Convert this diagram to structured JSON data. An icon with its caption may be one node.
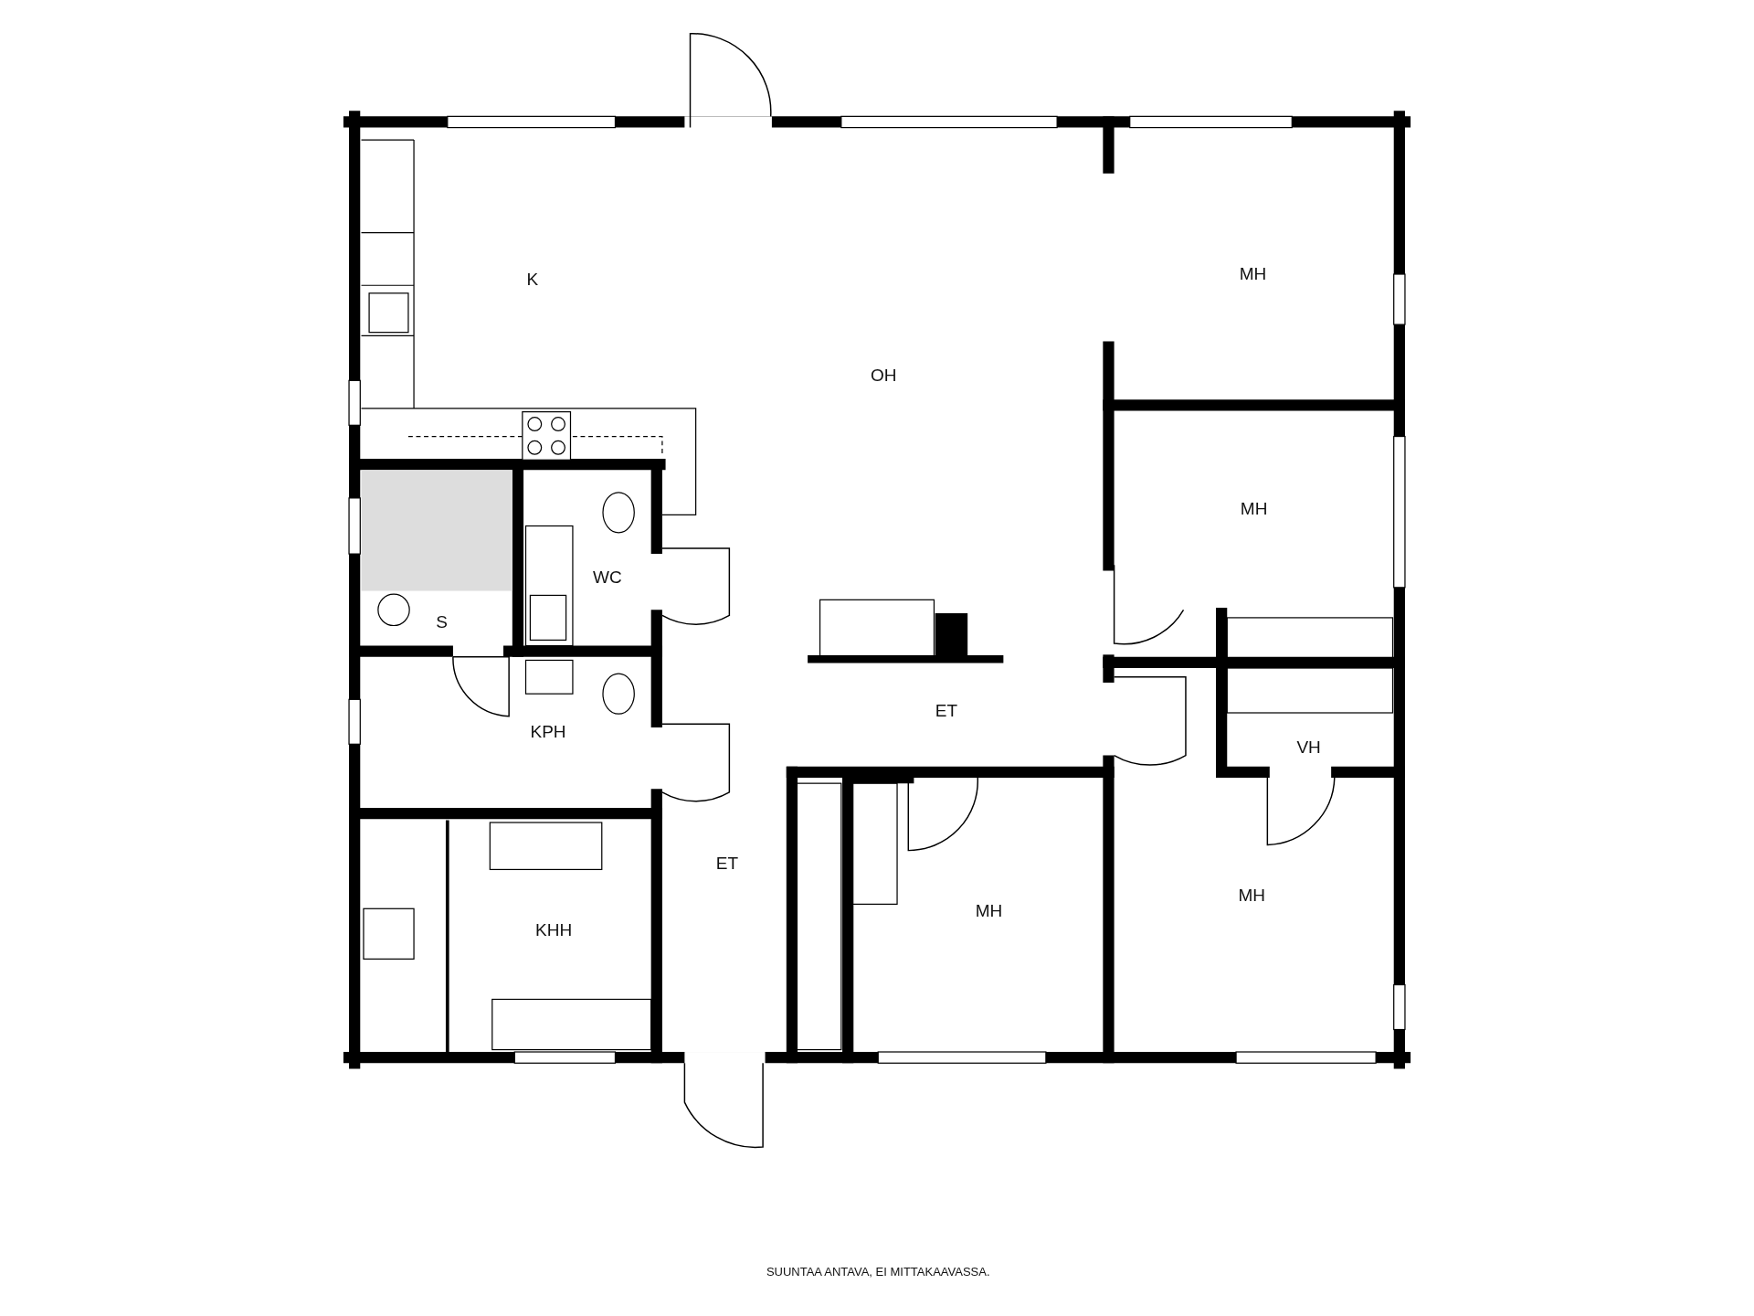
{
  "diagram": {
    "caption": "SUUNTAA ANTAVA, EI MITTAKAAVASSA.",
    "labels": [
      "K",
      "OH",
      "MH",
      "MH",
      "WC",
      "S",
      "KPH",
      "ET",
      "VH",
      "ET",
      "MH",
      "KHH",
      "MH"
    ]
  }
}
